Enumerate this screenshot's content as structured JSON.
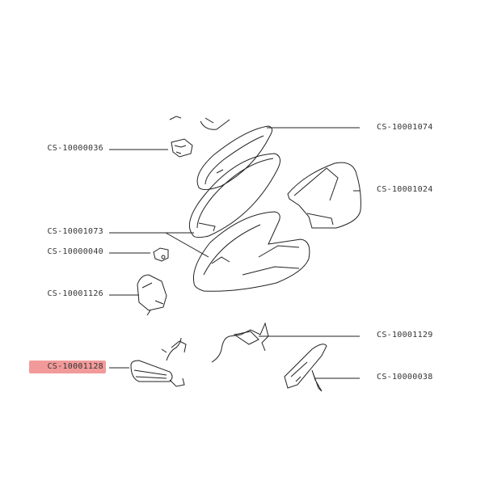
{
  "labels": {
    "p10000036": "CS-10000036",
    "p10001073": "CS-10001073",
    "p10000040": "CS-10000040",
    "p10001126": "CS-10001126",
    "p10001128": "CS-10001128",
    "p10001074": "CS-10001074",
    "p10001024": "CS-10001024",
    "p10001129": "CS-10001129",
    "p10000038": "CS-10000038"
  },
  "highlight_color": "#f29a9a",
  "selected_part": "CS-10001128"
}
